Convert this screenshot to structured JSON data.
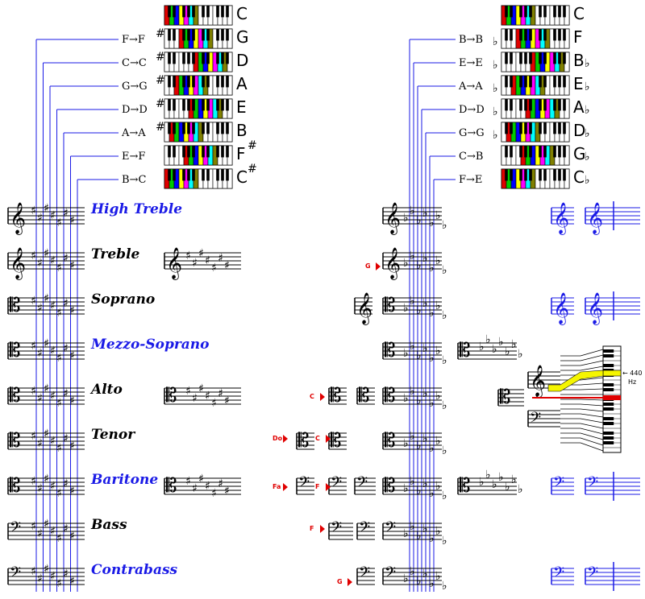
{
  "sharp_side": {
    "rows": [
      {
        "key": "C",
        "accidental": "",
        "transition": ""
      },
      {
        "key": "G",
        "accidental": "",
        "transition": "F→F",
        "transition_acc": "#"
      },
      {
        "key": "D",
        "accidental": "",
        "transition": "C→C",
        "transition_acc": "#"
      },
      {
        "key": "A",
        "accidental": "",
        "transition": "G→G",
        "transition_acc": "#"
      },
      {
        "key": "E",
        "accidental": "",
        "transition": "D→D",
        "transition_acc": "#"
      },
      {
        "key": "B",
        "accidental": "",
        "transition": "A→A",
        "transition_acc": "#"
      },
      {
        "key": "F",
        "accidental": "#",
        "transition": "E→F",
        "transition_acc": ""
      },
      {
        "key": "C",
        "accidental": "#",
        "transition": "B→C",
        "transition_acc": ""
      }
    ]
  },
  "flat_side": {
    "rows": [
      {
        "key": "C",
        "accidental": "",
        "transition": ""
      },
      {
        "key": "F",
        "accidental": "",
        "transition": "B→B",
        "transition_acc": "♭"
      },
      {
        "key": "B",
        "accidental": "♭",
        "transition": "E→E",
        "transition_acc": "♭"
      },
      {
        "key": "E",
        "accidental": "♭",
        "transition": "A→A",
        "transition_acc": "♭"
      },
      {
        "key": "A",
        "accidental": "♭",
        "transition": "D→D",
        "transition_acc": "♭"
      },
      {
        "key": "D",
        "accidental": "♭",
        "transition": "G→G",
        "transition_acc": "♭"
      },
      {
        "key": "G",
        "accidental": "♭",
        "transition": "C→B",
        "transition_acc": ""
      },
      {
        "key": "C",
        "accidental": "♭",
        "transition": "F→E",
        "transition_acc": ""
      }
    ]
  },
  "clefs": [
    {
      "name": "High Treble",
      "color": "blue"
    },
    {
      "name": "Treble",
      "color": "black"
    },
    {
      "name": "Soprano",
      "color": "black"
    },
    {
      "name": "Mezzo-Soprano",
      "color": "blue"
    },
    {
      "name": "Alto",
      "color": "black"
    },
    {
      "name": "Tenor",
      "color": "black"
    },
    {
      "name": "Baritone",
      "color": "blue"
    },
    {
      "name": "Bass",
      "color": "black"
    },
    {
      "name": "Contrabass",
      "color": "blue"
    }
  ],
  "clef_markers": {
    "treble_g": "G",
    "alto_c": "C",
    "tenor_do": "Do",
    "tenor_c": "C",
    "baritone_fa": "Fa",
    "baritone_f": "F",
    "bass_f": "F",
    "contrabass_g": "G"
  },
  "pitch_reference": {
    "label": "← 440",
    "unit": "Hz"
  },
  "colors": {
    "blue": "#1a1ae6",
    "red": "#e00000",
    "yellow": "#f5f500",
    "black": "#000000"
  }
}
